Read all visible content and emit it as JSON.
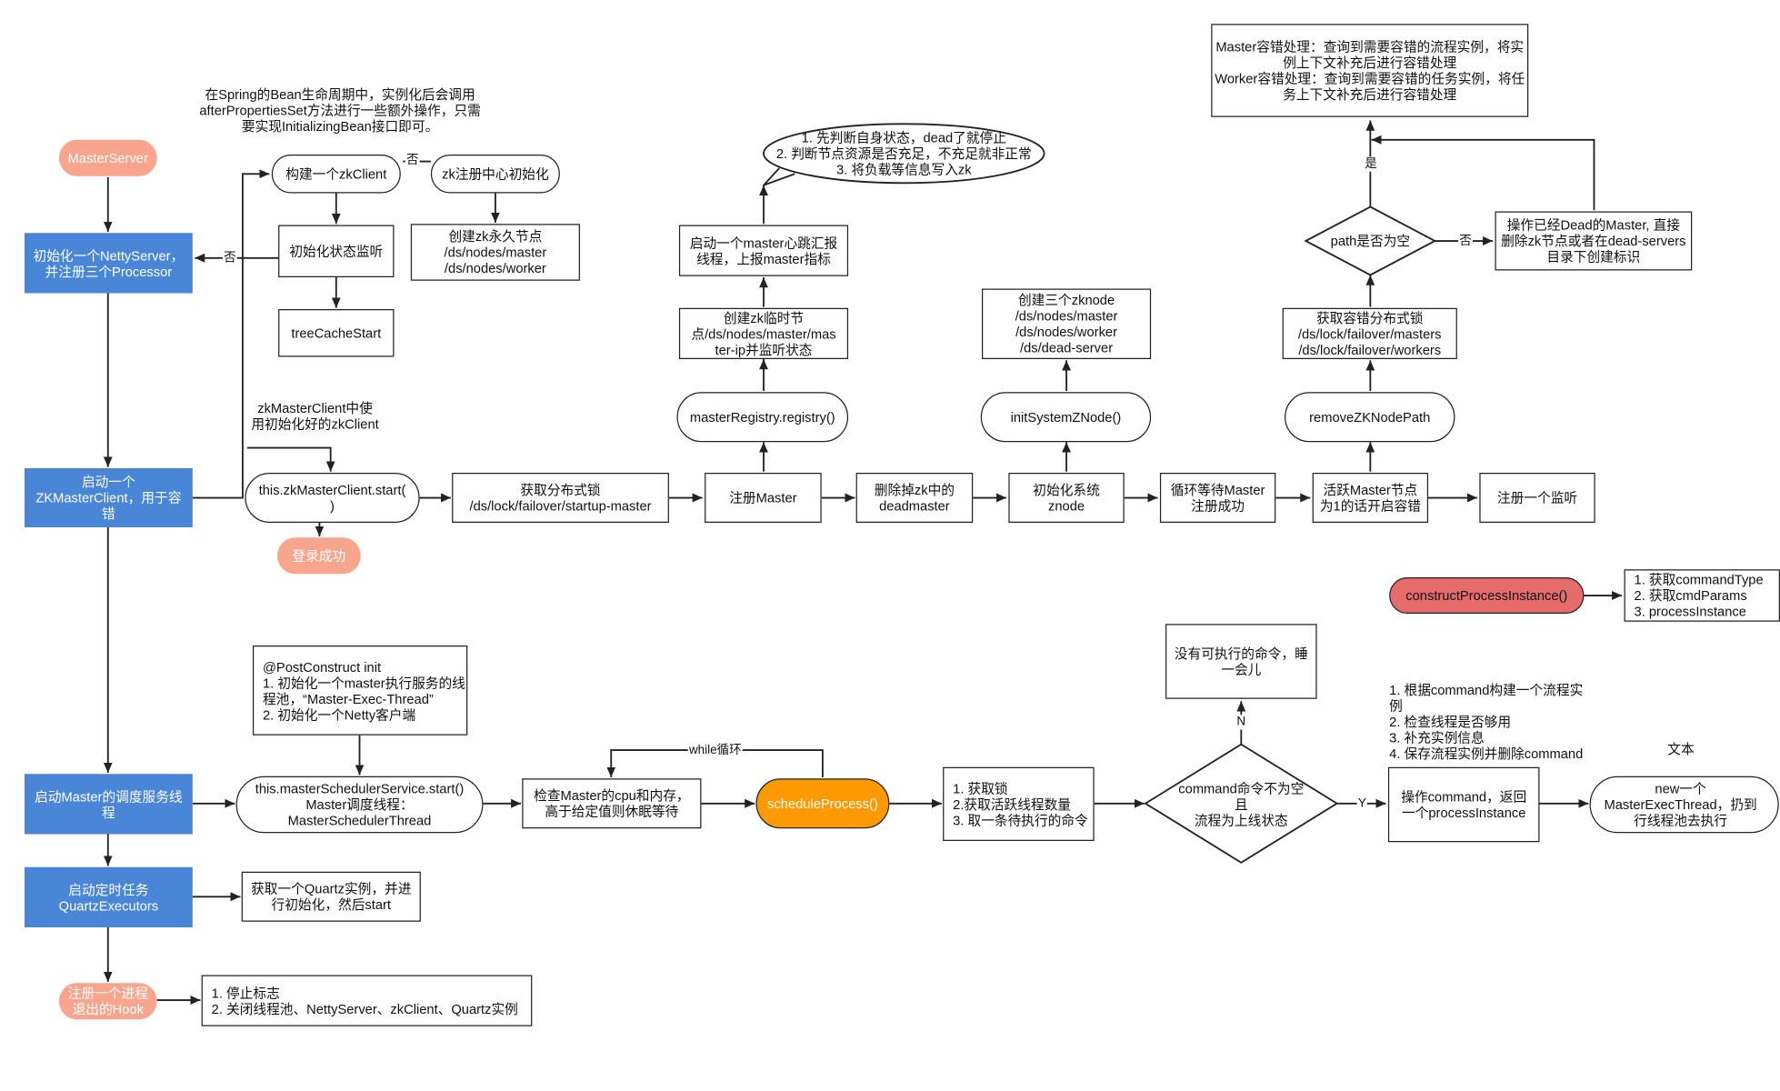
{
  "nodes": {
    "master_server": "MasterServer",
    "init_netty": "初始化一个NettyServer，\n并注册三个Processor",
    "start_zk_client": "启动一个\nZKMasterClient，用于容\n错",
    "start_scheduler": "启动Master的调度服务线\n程",
    "start_quartz": "启动定时任务\nQuartzExecutors",
    "register_hook": "注册一个进程\n退出的Hook",
    "build_zk_client": "构建一个zkClient",
    "zk_registry_init": "zk注册中心初始化",
    "init_state_listener": "初始化状态监听",
    "create_persistent_nodes": "创建zk永久节点\n/ds/nodes/master\n/ds/nodes/worker",
    "tree_cache_start": "treeCacheStart",
    "zk_client_start": "this.zkMasterClient.start(\n)",
    "login_success": "登录成功",
    "get_startup_lock": "获取分布式锁\n/ds/lock/failover/startup-master",
    "register_master": "注册Master",
    "master_registry": "masterRegistry.registry()",
    "create_temp_node": "创建zk临时节\n点/ds/nodes/master/mas\nter-ip并监听状态",
    "start_heartbeat": "启动一个master心跳汇报\n线程，上报master指标",
    "delete_dead_master": "删除掉zk中的\ndeadmaster",
    "init_system_znode": "初始化系统\nznode",
    "init_system_znode_fn": "initSystemZNode()",
    "create_three_znodes": "创建三个zknode\n/ds/nodes/master\n/ds/nodes/worker\n/ds/dead-server",
    "wait_master_registered": "循环等待Master\n注册成功",
    "active_master_failover": "活跃Master节点\n为1的话开启容错",
    "register_listener": "注册一个监听",
    "remove_zk_node_path": "removeZKNodePath",
    "get_failover_lock": "获取容错分布式锁\n/ds/lock/failover/masters\n/ds/lock/failover/workers",
    "path_empty": "path是否为空",
    "dead_master_handle": "操作已经Dead的Master, 直接\n删除zk节点或者在dead-servers\n目录下创建标识",
    "failover_handle": "Master容错处理：查询到需要容错的流程实例，将实\n例上下文补充后进行容错处理\nWorker容错处理：查询到需要容错的任务实例，将任\n务上下文补充后进行容错处理",
    "post_construct": "@PostConstruct init\n1. 初始化一个master执行服务的线\n程池，“Master-Exec-Thread”\n2. 初始化一个Netty客户端",
    "scheduler_start": "this.masterSchedulerService.start()\nMaster调度线程：\nMasterSchedulerThread",
    "check_cpu_mem": "检查Master的cpu和内存，\n高于给定值则休眠等待",
    "schedule_process": "scheduleProcess()",
    "get_lock_steps": "1. 获取锁\n2.获取活跃线程数量\n3. 取一条待执行的命令",
    "command_not_empty": "command命令不为空\n且\n流程为上线状态",
    "no_command": "没有可执行的命令，睡\n一会儿",
    "handle_command": "操作command，返回\n一个processInstance",
    "new_exec_thread": "new一个\nMasterExecThread，扔到\n行线程池去执行",
    "construct_process_instance": "constructProcessInstance()",
    "construct_steps": "1. 获取commandType\n2. 获取cmdParams\n3. processInstance",
    "get_quartz": "获取一个Quartz实例，并进\n行初始化，然后start",
    "stop_steps": "1. 停止标志\n2. 关闭线程池、NettyServer、zkClient、Quartz实例"
  },
  "notes": {
    "spring_bean_note": "在Spring的Bean生命周期中，实例化后会调用\nafterPropertiesSet方法进行一些额外操作，只需\n要实现InitializingBean接口即可。",
    "heartbeat_bubble": "1. 先判断自身状态，dead了就停止\n2. 判断节点资源是否充足，不充足就非正常\n3. 将负载等信息写入zk",
    "zk_client_note": "zkMasterClient中使\n用初始化好的zkClient",
    "command_steps_note": "1. 根据command构建一个流程实\n例\n2. 检查线程是否够用\n3. 补充实例信息\n4. 保存流程实例并删除command",
    "text_label": "文本"
  },
  "edge_labels": {
    "no_1": "否",
    "no_2": "否",
    "no_3": "否",
    "yes_1": "是",
    "while_loop": "while循环",
    "n_label": "N",
    "y_label": "Y"
  },
  "colors": {
    "blue": "#4a86d8",
    "pink": "#f8a58e",
    "red": "#e66b6b",
    "orange": "#ff9900"
  }
}
